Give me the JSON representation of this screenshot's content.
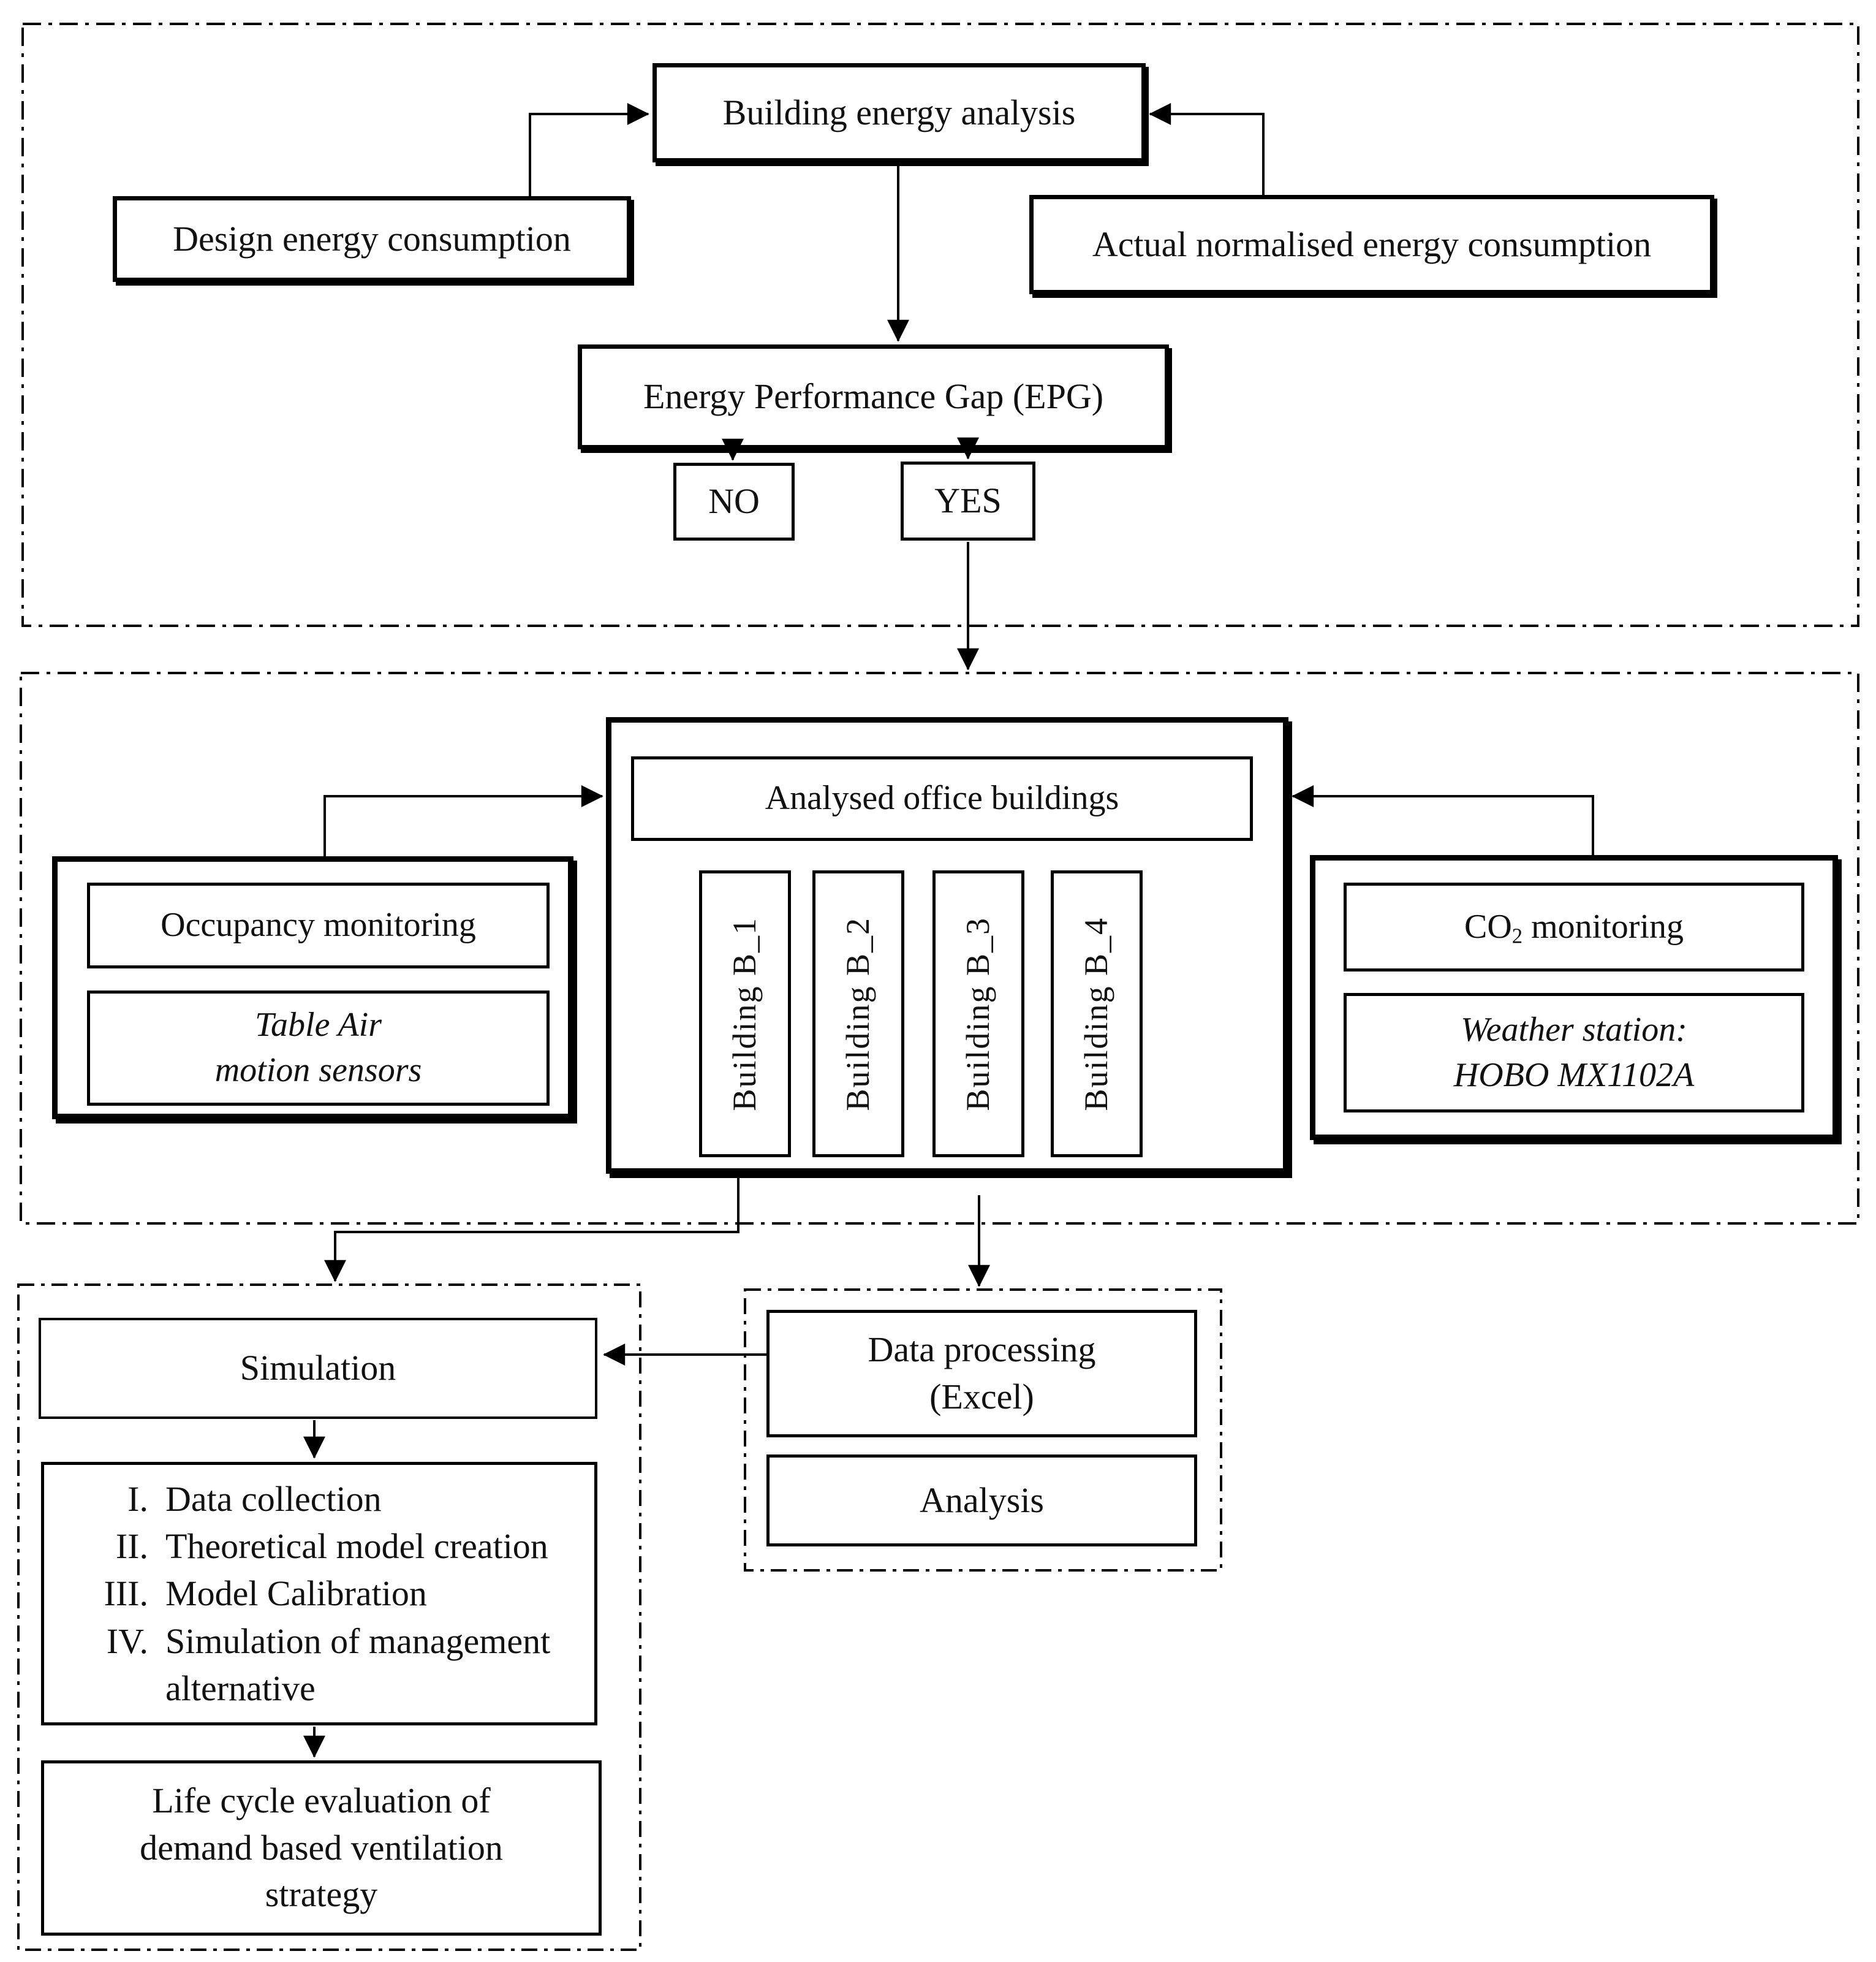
{
  "top": {
    "building_energy_analysis": "Building energy analysis",
    "design_energy_consumption": "Design energy consumption",
    "actual_normalised": "Actual normalised energy consumption",
    "epg": "Energy Performance Gap (EPG)",
    "no_label": "NO",
    "yes_label": "YES"
  },
  "middle": {
    "analysed_office_buildings": "Analysed office buildings",
    "buildings": [
      "Building B_1",
      "Building B_2",
      "Building B_3",
      "Building B_4"
    ],
    "occupancy_monitoring": "Occupancy monitoring",
    "table_air_line1": "Table Air",
    "table_air_line2": "motion sensors",
    "co2_prefix": "CO",
    "co2_sub": "2",
    "co2_suffix": " monitoring",
    "weather_line1": "Weather station:",
    "weather_line2": "HOBO MX1102A"
  },
  "bottom": {
    "simulation": "Simulation",
    "steps": [
      {
        "numeral": "I.",
        "text": "Data collection"
      },
      {
        "numeral": "II.",
        "text": "Theoretical model creation"
      },
      {
        "numeral": "III.",
        "text": "Model Calibration"
      },
      {
        "numeral": "IV.",
        "text": "Simulation of management alternative"
      }
    ],
    "life_cycle_line1": "Life cycle evaluation of",
    "life_cycle_line2": "demand based ventilation",
    "life_cycle_line3": "strategy",
    "data_processing_line1": "Data processing",
    "data_processing_line2": "(Excel)",
    "analysis": "Analysis"
  },
  "colors": {
    "line": "#000000",
    "text": "#111111",
    "background": "#ffffff"
  }
}
